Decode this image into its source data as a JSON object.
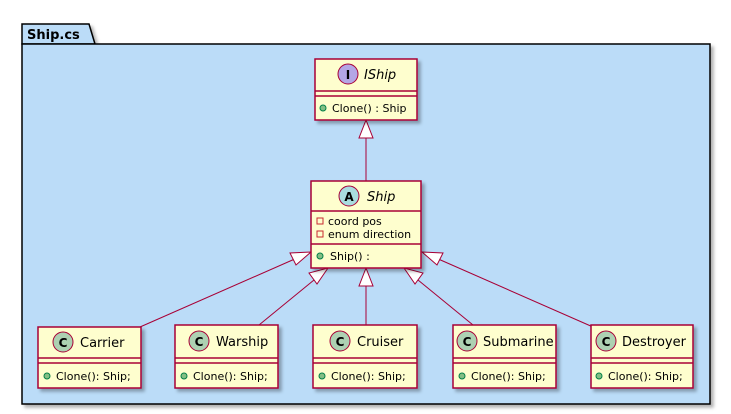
{
  "package": {
    "name": "Ship.cs",
    "fill": "#bbdcf8",
    "border": "#000000"
  },
  "colors": {
    "class_fill": "#fefece",
    "class_border": "#a80036",
    "edge": "#a80036",
    "interface_badge": "#b4a7e5",
    "abstract_badge": "#a9dcdf",
    "class_badge": "#add1b2"
  },
  "ishp": {
    "badge": "I",
    "name": "IShip",
    "method_visibility": "public",
    "method": "Clone() : Ship"
  },
  "ship": {
    "badge": "A",
    "name": "Ship",
    "fields": [
      {
        "visibility": "private",
        "text": "coord pos"
      },
      {
        "visibility": "private",
        "text": "enum direction"
      }
    ],
    "method_visibility": "public",
    "method": "Ship() :"
  },
  "subclasses": [
    {
      "badge": "C",
      "name": "Carrier",
      "method": "Clone(): Ship;"
    },
    {
      "badge": "C",
      "name": "Warship",
      "method": "Clone(): Ship;"
    },
    {
      "badge": "C",
      "name": "Cruiser",
      "method": "Clone(): Ship;"
    },
    {
      "badge": "C",
      "name": "Submarine",
      "method": "Clone(): Ship;"
    },
    {
      "badge": "C",
      "name": "Destroyer",
      "method": "Clone(): Ship;"
    }
  ]
}
